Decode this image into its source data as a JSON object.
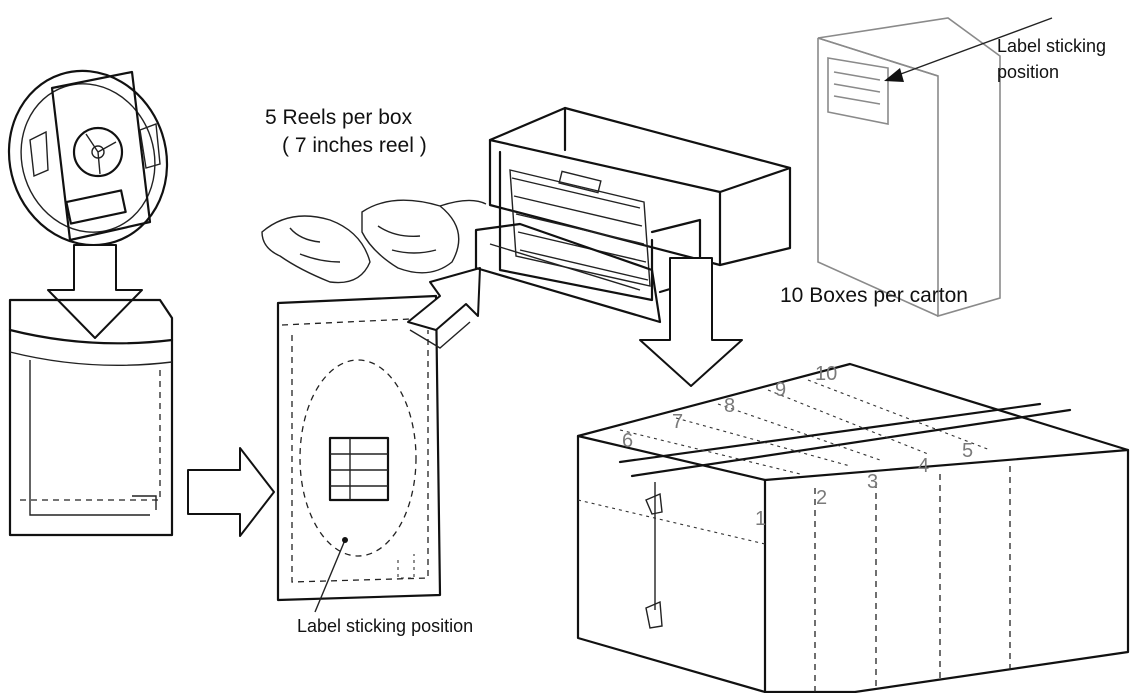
{
  "labels": {
    "reels_per_box": "5 Reels per box",
    "reel_size": "( 7 inches reel )",
    "boxes_per_carton": "10 Boxes per carton",
    "label_sticking_top_line1": "Label sticking",
    "label_sticking_top_line2": "position",
    "label_sticking_bottom": "Label sticking position"
  },
  "carton_numbers": [
    "1",
    "2",
    "3",
    "4",
    "5",
    "6",
    "7",
    "8",
    "9",
    "10"
  ],
  "colors": {
    "line": "#111111",
    "faint": "#8a8a8a",
    "number": "#7a7a7a"
  }
}
